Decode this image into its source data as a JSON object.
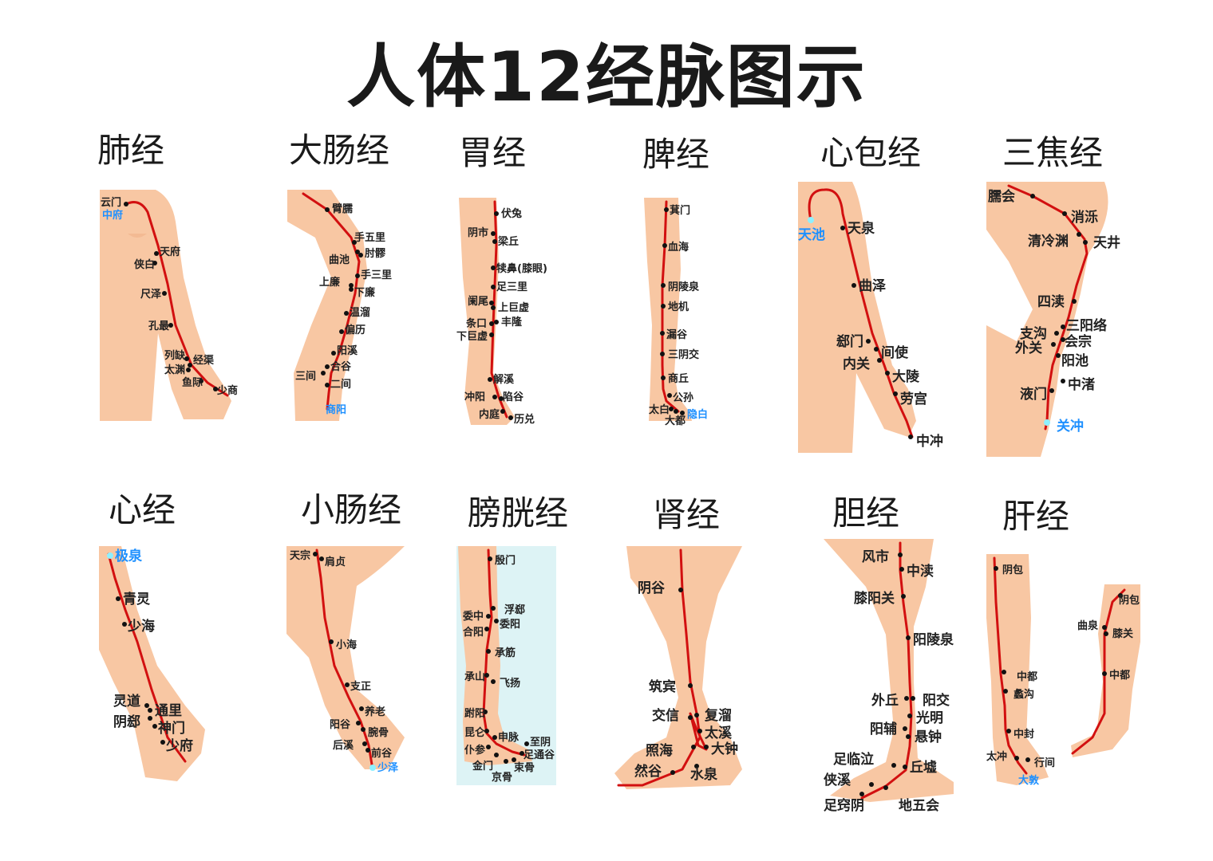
{
  "title": "人体12经脉图示",
  "colors": {
    "meridian": "#d21010",
    "skin": "#f8c7a3",
    "start_point": "#1e90ff"
  },
  "meridians": [
    {
      "name": "肺经",
      "points": [
        "云门",
        "中府",
        "天府",
        "侠白",
        "尺泽",
        "孔最",
        "列缺",
        "经渠",
        "太渊",
        "鱼际",
        "少商"
      ]
    },
    {
      "name": "大肠经",
      "points": [
        "臂臑",
        "手五里",
        "曲池",
        "肘髎",
        "手三里",
        "上廉",
        "下廉",
        "温溜",
        "偏历",
        "阳溪",
        "合谷",
        "三间",
        "二间",
        "商阳"
      ]
    },
    {
      "name": "胃经",
      "points": [
        "伏兔",
        "阴市",
        "梁丘",
        "犊鼻(膝眼)",
        "足三里",
        "阑尾",
        "上巨虚",
        "条口",
        "丰隆",
        "下巨虚",
        "解溪",
        "冲阳",
        "陷谷",
        "内庭",
        "历兑"
      ]
    },
    {
      "name": "脾经",
      "points": [
        "萁门",
        "血海",
        "阴陵泉",
        "地机",
        "漏谷",
        "三阴交",
        "商丘",
        "公孙",
        "太白",
        "大都",
        "隐白"
      ]
    },
    {
      "name": "心包经",
      "points": [
        "天池",
        "天泉",
        "曲泽",
        "郄门",
        "间使",
        "内关",
        "大陵",
        "劳宫",
        "中冲"
      ]
    },
    {
      "name": "三焦经",
      "points": [
        "臑会",
        "消泺",
        "清冷渊",
        "天井",
        "四渎",
        "三阳络",
        "支沟",
        "会宗",
        "外关",
        "阳池",
        "中渚",
        "液门",
        "关冲"
      ]
    },
    {
      "name": "心经",
      "points": [
        "极泉",
        "青灵",
        "少海",
        "灵道",
        "通里",
        "阴郄",
        "神门",
        "少府"
      ]
    },
    {
      "name": "小肠经",
      "points": [
        "天宗",
        "肩贞",
        "小海",
        "支正",
        "养老",
        "阳谷",
        "腕骨",
        "后溪",
        "前谷",
        "少泽"
      ]
    },
    {
      "name": "膀胱经",
      "points": [
        "殷门",
        "浮郄",
        "委中",
        "委阳",
        "合阳",
        "承筋",
        "承山",
        "飞扬",
        "跗阳",
        "昆仑",
        "申脉",
        "仆参",
        "至阴",
        "足通谷",
        "金门",
        "束骨",
        "京骨"
      ]
    },
    {
      "name": "肾经",
      "points": [
        "阴谷",
        "筑宾",
        "复溜",
        "交信",
        "太溪",
        "照海",
        "大钟",
        "然谷",
        "水泉"
      ]
    },
    {
      "name": "胆经",
      "points": [
        "风市",
        "中渎",
        "膝阳关",
        "阳陵泉",
        "外丘",
        "阳交",
        "光明",
        "阳辅",
        "悬钟",
        "足临泣",
        "丘墟",
        "侠溪",
        "足窍阴",
        "地五会"
      ]
    },
    {
      "name": "肝经",
      "points": [
        "阴包",
        "中都",
        "蠡沟",
        "中封",
        "太冲",
        "行间",
        "大敦",
        "阴包",
        "曲泉",
        "膝关",
        "中都"
      ]
    }
  ]
}
